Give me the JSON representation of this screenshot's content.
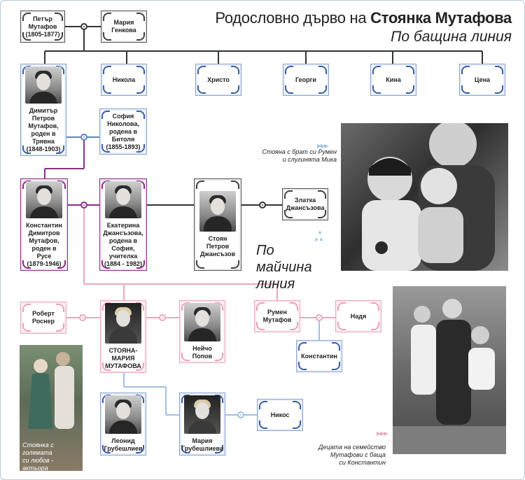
{
  "title": {
    "prefix": "Родословно дърво на",
    "name": "Стоянка Мутафова",
    "paternal": "По бащина линия",
    "maternal_line1": "По майчина",
    "maternal_line2": "линия"
  },
  "persons": {
    "petar": "Петър\nМутафов\n(1805-1877)",
    "maria_genkova": "Мария\nГенкова",
    "dimitar": "Димитър\nПетров\nМутафов,\nроден в\nТрявна\n(1848-1903)",
    "nikola": "Никола",
    "hristo": "Христо",
    "georgi": "Георги",
    "kina": "Кина",
    "tsena": "Цена",
    "sofia": "София\nНиколова,\nродена в\nБитоля\n(1855-1893)",
    "konstantin_d": "Константин\nДимитров\nМутафов,\nроден в Русе\n(1879-1946)",
    "ekaterina": "Екатерина\nДжансъзова,\nродена в\nСофия,\nучителка\n(1884 - 1982)",
    "stoyan": "Стоян\nПетров\nДжансъзов",
    "zlatka": "Златка\nДжансъзова",
    "robert": "Роберт\nРоснер",
    "stoyanka": "СТОЯНА-\nМАРИЯ\nМУТАФОВА",
    "neycho": "Нейчо\nПопов",
    "rumen": "Румен\nМутафов",
    "nadya": "Надя",
    "konstantin_r": "Константин",
    "leonid": "Леонид\nГрубешлиев",
    "maria_g": "Мария\nГрубешлиева",
    "nikos": "Никос"
  },
  "captions": {
    "top_photo": "Стояна с брат си Румен\nи слугинята Мика",
    "left_photo": "Стоянка с голямата\nси любов - актьора\nНейчо Попов",
    "right_photo": "Децата на семейство\nМутафови с баща\nси Константин"
  },
  "colors": {
    "paternal_line": "#5b84c4",
    "dark_line": "#333333",
    "purple_line": "#8a2e86",
    "pink_line": "#e9a9bd",
    "light_blue_line": "#9fc1e6"
  }
}
